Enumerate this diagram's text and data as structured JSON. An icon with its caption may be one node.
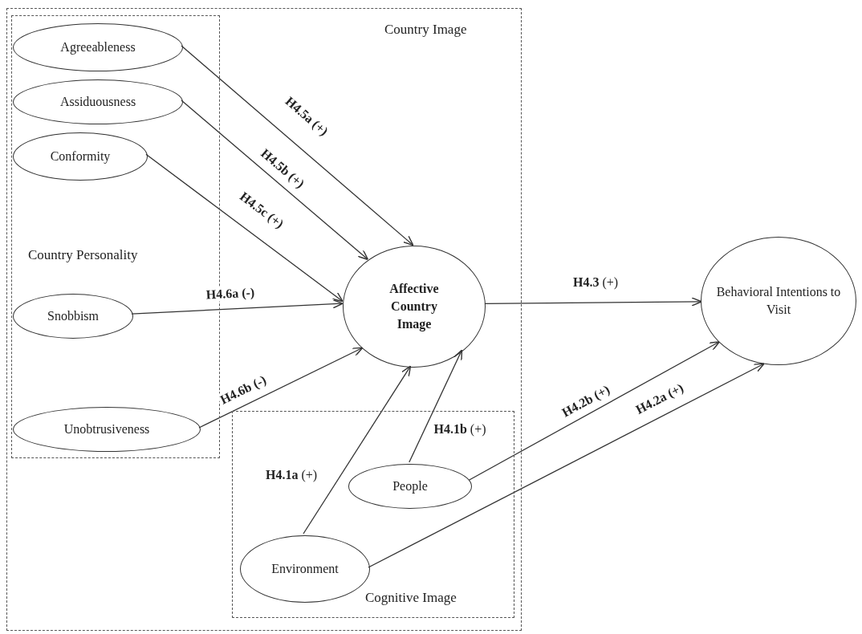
{
  "diagram": {
    "nodes": [
      {
        "text": [
          "Country Image"
        ]
      },
      {
        "text": [
          "Country Personality"
        ],
        "in": 0
      },
      {
        "text": [
          "Agreeableness"
        ],
        "in": 1
      },
      {
        "text": [
          "Assiduousness"
        ],
        "in": 1
      },
      {
        "text": [
          "Conformity"
        ],
        "in": 1
      },
      {
        "text": [
          "Snobbism"
        ],
        "in": 1
      },
      {
        "text": [
          "Unobtrusiveness"
        ],
        "in": 1
      },
      {
        "text": [
          "Affective Country Image"
        ],
        "in": 0
      },
      {
        "text": [
          "Cognitive Image"
        ],
        "in": 0
      },
      {
        "text": [
          "People"
        ],
        "in": 8
      },
      {
        "text": [
          "Environment"
        ],
        "in": 8
      },
      {
        "text": [
          "Behavioral Intentions to Visit"
        ]
      }
    ],
    "edges": [
      {
        "from": 2,
        "to": 7,
        "arrow": "to",
        "label": "**H4.5a (+)**"
      },
      {
        "from": 3,
        "to": 7,
        "arrow": "to",
        "label": "**H4.5b (+)**"
      },
      {
        "from": 4,
        "to": 7,
        "arrow": "to",
        "label": "**H4.5c (+)**"
      },
      {
        "from": 5,
        "to": 7,
        "arrow": "to",
        "label": "**H4.6a (-)**"
      },
      {
        "from": 6,
        "to": 7,
        "arrow": "to",
        "label": "**H4.6b (-)**"
      },
      {
        "from": 7,
        "to": 11,
        "arrow": "to",
        "label": "**H4.3** (+)"
      },
      {
        "from": 9,
        "to": 11,
        "arrow": "to",
        "label": "**H4.2b (+)**"
      },
      {
        "from": 10,
        "to": 11,
        "arrow": "to",
        "label": "**H4.2a (+)**"
      },
      {
        "from": 10,
        "to": 7,
        "arrow": "to",
        "label": "**H4.1a** (+)"
      },
      {
        "from": 9,
        "to": 7,
        "arrow": "to",
        "label": "**H4.1b** (+)"
      }
    ]
  }
}
